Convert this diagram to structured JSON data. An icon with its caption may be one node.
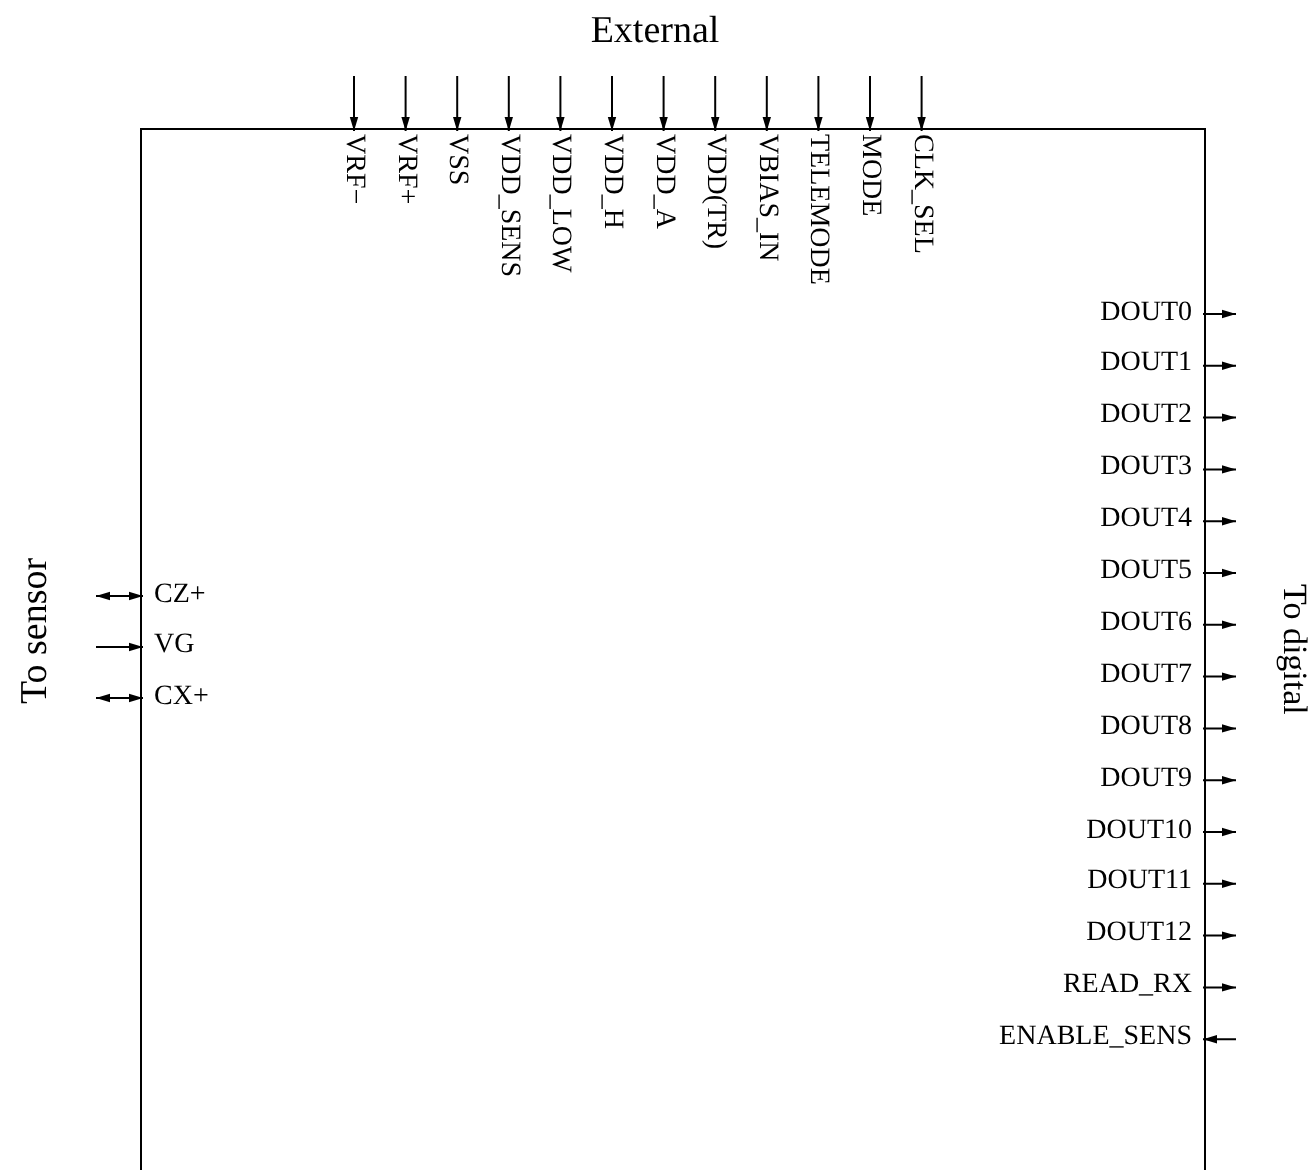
{
  "diagram": {
    "nodes": [
      {
        "text": [],
        "shape": "box"
      },
      {
        "text": [
          "VRF−"
        ],
        "in": 0
      },
      {
        "text": [
          "VRF+"
        ],
        "in": 0
      },
      {
        "text": [
          "VSS"
        ],
        "in": 0
      },
      {
        "text": [
          "VDD_SENS"
        ],
        "in": 0
      },
      {
        "text": [
          "VDD_LOW"
        ],
        "in": 0
      },
      {
        "text": [
          "VDD_H"
        ],
        "in": 0
      },
      {
        "text": [
          "VDD_A"
        ],
        "in": 0
      },
      {
        "text": [
          "VDD(TR)"
        ],
        "in": 0
      },
      {
        "text": [
          "VBIAS_IN"
        ],
        "in": 0
      },
      {
        "text": [
          "TELEMODE"
        ],
        "in": 0
      },
      {
        "text": [
          "MODE"
        ],
        "in": 0
      },
      {
        "text": [
          "CLK_SEL"
        ],
        "in": 0
      },
      {
        "text": [
          "CZ+"
        ],
        "in": 0
      },
      {
        "text": [
          "VG"
        ],
        "in": 0
      },
      {
        "text": [
          "CX+"
        ],
        "in": 0
      },
      {
        "text": [
          "DOUT0"
        ],
        "in": 0
      },
      {
        "text": [
          "DOUT1"
        ],
        "in": 0
      },
      {
        "text": [
          "DOUT2"
        ],
        "in": 0
      },
      {
        "text": [
          "DOUT3"
        ],
        "in": 0
      },
      {
        "text": [
          "DOUT4"
        ],
        "in": 0
      },
      {
        "text": [
          "DOUT5"
        ],
        "in": 0
      },
      {
        "text": [
          "DOUT6"
        ],
        "in": 0
      },
      {
        "text": [
          "DOUT7"
        ],
        "in": 0
      },
      {
        "text": [
          "DOUT8"
        ],
        "in": 0
      },
      {
        "text": [
          "DOUT9"
        ],
        "in": 0
      },
      {
        "text": [
          "DOUT10"
        ],
        "in": 0
      },
      {
        "text": [
          "DOUT11"
        ],
        "in": 0
      },
      {
        "text": [
          "DOUT12"
        ],
        "in": 0
      },
      {
        "text": [
          "READ_RX"
        ],
        "in": 0
      },
      {
        "text": [
          "ENABLE_SENS"
        ],
        "in": 0
      }
    ],
    "edges": [
      {
        "from": null,
        "to": 1,
        "arrow": "to"
      },
      {
        "from": null,
        "to": 2,
        "arrow": "to"
      },
      {
        "from": null,
        "to": 3,
        "arrow": "to"
      },
      {
        "from": null,
        "to": 4,
        "arrow": "to"
      },
      {
        "from": null,
        "to": 5,
        "arrow": "to"
      },
      {
        "from": null,
        "to": 6,
        "arrow": "to"
      },
      {
        "from": null,
        "to": 7,
        "arrow": "to"
      },
      {
        "from": null,
        "to": 8,
        "arrow": "to"
      },
      {
        "from": null,
        "to": 9,
        "arrow": "to"
      },
      {
        "from": null,
        "to": 10,
        "arrow": "to"
      },
      {
        "from": null,
        "to": 11,
        "arrow": "to"
      },
      {
        "from": null,
        "to": 12,
        "arrow": "to"
      },
      {
        "from": null,
        "to": 13,
        "arrow": "both"
      },
      {
        "from": null,
        "to": 14,
        "arrow": "to"
      },
      {
        "from": null,
        "to": 15,
        "arrow": "both"
      },
      {
        "from": 16,
        "to": null,
        "arrow": "to"
      },
      {
        "from": 17,
        "to": null,
        "arrow": "to"
      },
      {
        "from": 18,
        "to": null,
        "arrow": "to"
      },
      {
        "from": 19,
        "to": null,
        "arrow": "to"
      },
      {
        "from": 20,
        "to": null,
        "arrow": "to"
      },
      {
        "from": 21,
        "to": null,
        "arrow": "to"
      },
      {
        "from": 22,
        "to": null,
        "arrow": "to"
      },
      {
        "from": 23,
        "to": null,
        "arrow": "to"
      },
      {
        "from": 24,
        "to": null,
        "arrow": "to"
      },
      {
        "from": 25,
        "to": null,
        "arrow": "to"
      },
      {
        "from": 26,
        "to": null,
        "arrow": "to"
      },
      {
        "from": 27,
        "to": null,
        "arrow": "to"
      },
      {
        "from": 28,
        "to": null,
        "arrow": "to"
      },
      {
        "from": 29,
        "to": null,
        "arrow": "to"
      },
      {
        "from": null,
        "to": 30,
        "arrow": "to"
      }
    ],
    "labels": [
      "External",
      "To sensor",
      "To digital"
    ]
  }
}
